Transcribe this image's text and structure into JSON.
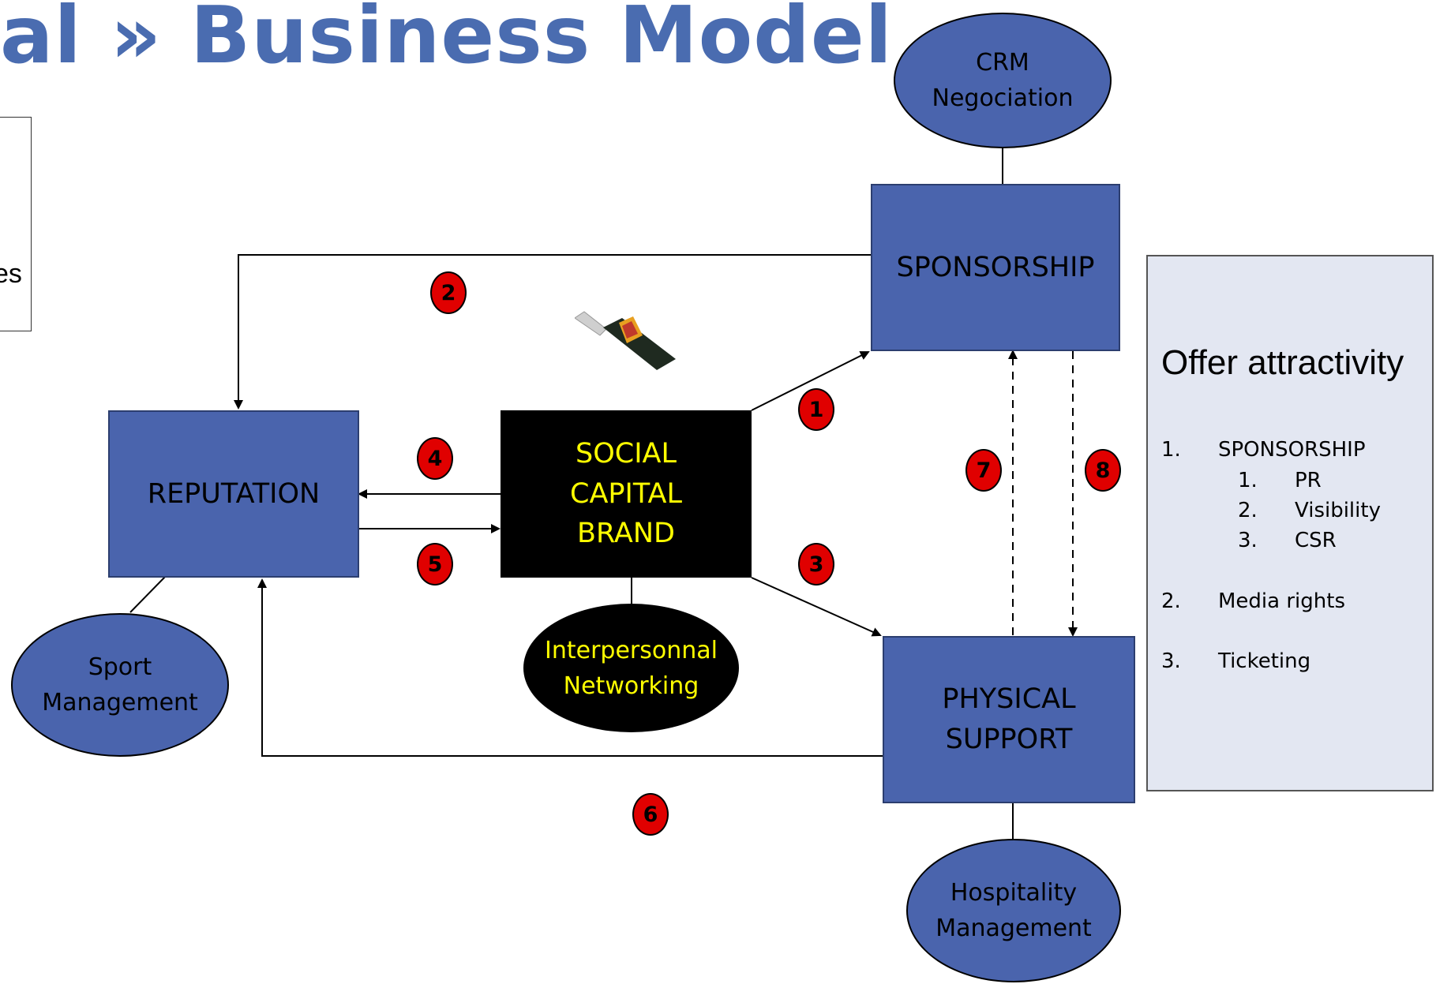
{
  "title": "al » Business Model",
  "left_box_text": "es",
  "nodes": {
    "crm": {
      "line1": "CRM",
      "line2": "Negociation"
    },
    "sponsorship": "SPONSORSHIP",
    "reputation": "REPUTATION",
    "social_capital": {
      "line1": "SOCIAL",
      "line2": "CAPITAL",
      "line3": "BRAND"
    },
    "physical_support": {
      "line1": "PHYSICAL",
      "line2": "SUPPORT"
    },
    "sport_management": {
      "line1": "Sport",
      "line2": "Management"
    },
    "interpersonal": {
      "line1": "Interpersonnal",
      "line2": "Networking"
    },
    "hospitality": {
      "line1": "Hospitality",
      "line2": "Management"
    }
  },
  "badges": [
    "1",
    "2",
    "3",
    "4",
    "5",
    "6",
    "7",
    "8"
  ],
  "offer_panel": {
    "title": "Offer attractivity",
    "items": [
      {
        "num": "1.",
        "label": "SPONSORSHIP",
        "sub": [
          {
            "num": "1.",
            "label": "PR"
          },
          {
            "num": "2.",
            "label": "Visibility"
          },
          {
            "num": "3.",
            "label": "CSR"
          }
        ]
      },
      {
        "num": "2.",
        "label": "Media rights"
      },
      {
        "num": "3.",
        "label": "Ticketing"
      }
    ]
  },
  "colors": {
    "box_blue": "#4a64ad",
    "title_blue": "#4a6cb0",
    "badge_red": "#e00000",
    "highlight_yellow": "#ffff00",
    "panel_bg": "#e3e7f2"
  }
}
